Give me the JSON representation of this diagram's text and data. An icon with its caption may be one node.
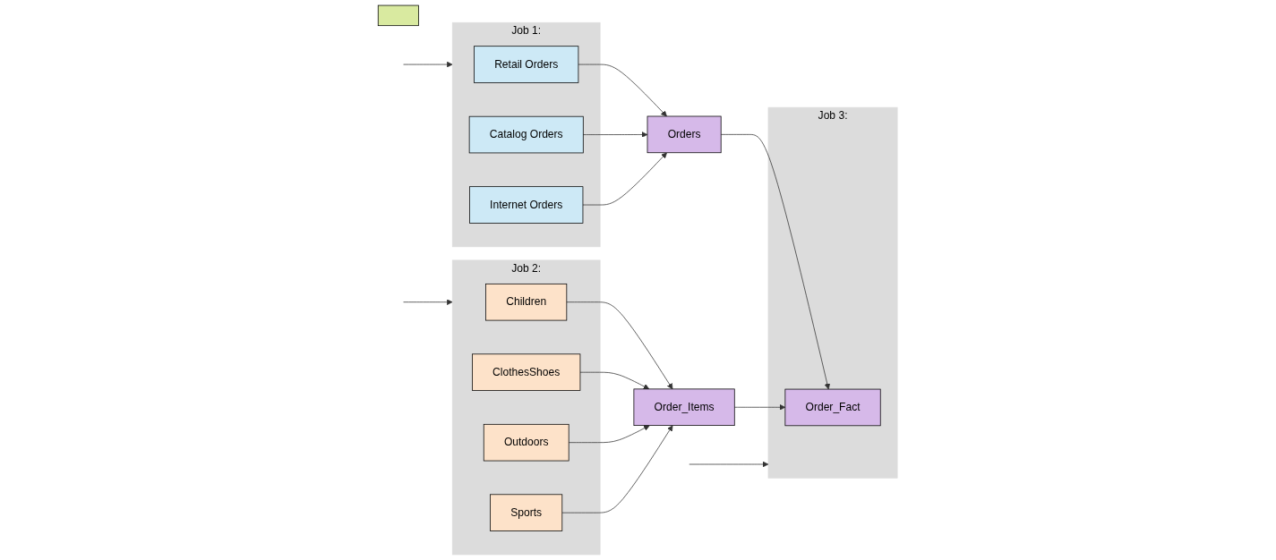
{
  "diagram": {
    "nodes": [
      {
        "text": [
          "Job 1:"
        ]
      },
      {
        "text": [
          "Job 2:"
        ]
      },
      {
        "text": [
          "Retail Orders"
        ],
        "in": 0
      },
      {
        "text": [
          "Children"
        ],
        "in": 1
      },
      {
        "text": [
          "ClothesShoes"
        ],
        "in": 1
      },
      {
        "text": [
          "Catalog Orders"
        ],
        "in": 0
      },
      {
        "text": [
          "Orders"
        ]
      },
      {
        "text": [
          "Order_Items"
        ]
      },
      {
        "text": [
          "Outdoors"
        ],
        "in": 1
      },
      {
        "text": [
          "Internet Orders"
        ],
        "in": 0
      },
      {
        "text": [
          "Sports"
        ],
        "in": 1
      },
      {
        "text": [
          "Job 3:"
        ]
      },
      {
        "text": [
          "Order_Fact"
        ],
        "in": 11
      },
      {
        "text": [],
        "shape": "box"
      }
    ],
    "edges": [
      {
        "from": 2,
        "to": 6,
        "arrow": "to"
      },
      {
        "from": 5,
        "to": 6,
        "arrow": "to"
      },
      {
        "from": 9,
        "to": 6,
        "arrow": "to"
      },
      {
        "from": 3,
        "to": 7,
        "arrow": "to"
      },
      {
        "from": 4,
        "to": 7,
        "arrow": "to"
      },
      {
        "from": 8,
        "to": 7,
        "arrow": "to"
      },
      {
        "from": 10,
        "to": 7,
        "arrow": "to"
      },
      {
        "from": 6,
        "to": 12,
        "arrow": "to"
      },
      {
        "from": 7,
        "to": 12,
        "arrow": "to"
      },
      {
        "from": null,
        "to": 0,
        "arrow": "to"
      },
      {
        "from": null,
        "to": 1,
        "arrow": "to"
      },
      {
        "from": null,
        "to": 11,
        "arrow": "to"
      }
    ]
  }
}
